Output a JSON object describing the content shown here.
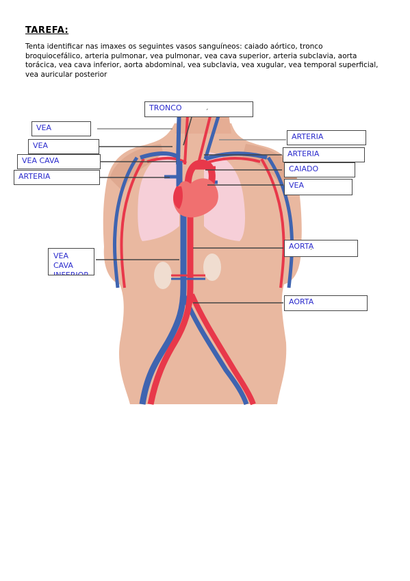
{
  "header": {
    "title": "TAREFA:",
    "instructions": "Tenta identificar nas imaxes os seguintes vasos sanguíneos: caiado aórtico, tronco broquiocefálico, arteria pulmonar, vea pulmonar, vea cava superior, arteria subclavia, aorta torácica, vea cava inferior, aorta abdominal, vea subclavia, vea xugular, vea temporal superficial, vea auricular posterior"
  },
  "labels": {
    "tronco": "TRONCO",
    "vea_top_left": "VEA",
    "vea_left_2": "VEA",
    "vea_cava_upper": "VEA CAVA",
    "arteria_left": "ARTERIA",
    "vea_cava_inferior": "VEA CAVA INFERIOR",
    "arteria_right_1": "ARTERIA",
    "arteria_right_2": "ARTERIA",
    "caiado": "CAIADO",
    "vea_right": "VEA",
    "aorta_upper": "AORTA",
    "aorta_lower": "AORTA"
  },
  "colors": {
    "skin": "#e9b8a0",
    "lung": "#f6cfd8",
    "artery": "#e8384a",
    "vein": "#3f64b0",
    "label_text": "#2a2acc"
  }
}
